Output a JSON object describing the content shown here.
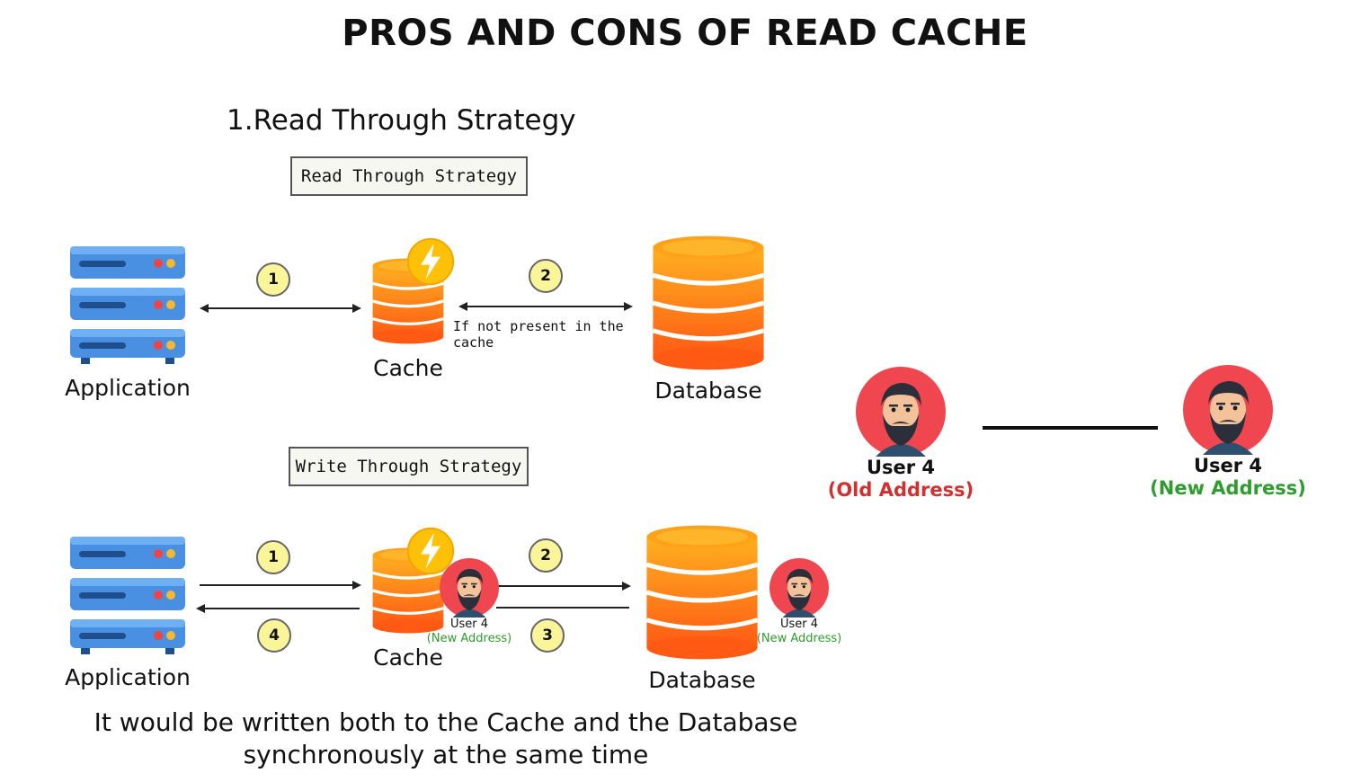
{
  "title": "PROS AND CONS OF READ CACHE",
  "subtitle": "1.Read Through Strategy",
  "read_through": {
    "box_label": "Read Through Strategy",
    "app_label": "Application",
    "cache_label": "Cache",
    "db_label": "Database",
    "step1": "1",
    "step2": "2",
    "step2_note": "If not present in the cache"
  },
  "write_through": {
    "box_label": "Write Through Strategy",
    "app_label": "Application",
    "cache_label": "Cache",
    "db_label": "Database",
    "step1": "1",
    "step2": "2",
    "step3": "3",
    "step4": "4",
    "cache_user": {
      "name": "User 4",
      "address": "(New Address)"
    },
    "db_user": {
      "name": "User 4",
      "address": "(New Address)"
    }
  },
  "users": {
    "old": {
      "name": "User 4",
      "address": "(Old Address)"
    },
    "new": {
      "name": "User 4",
      "address": "(New Address)"
    }
  },
  "caption": {
    "line1": "It would be written both to the Cache and the Database",
    "line2": "synchronously at the same time"
  },
  "colors": {
    "server_blue": "#4a90e2",
    "cache_orange": "#ff8a1c",
    "bolt_yellow": "#ffc107",
    "avatar_red": "#f0464f",
    "old_address": "#d32f2f",
    "new_address": "#2e9c2e"
  }
}
